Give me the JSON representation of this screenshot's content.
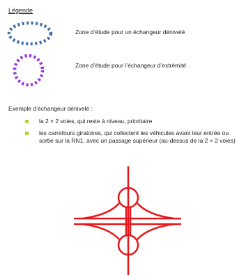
{
  "legend": {
    "title": "Légende",
    "items": [
      {
        "label": "Zone d’étude pour un échangeur dénivelé",
        "shape": "horizontal-ellipse",
        "color": "#3d6fa8",
        "style": "dotted"
      },
      {
        "label": "Zone d’étude pour l’échangeur d’extrémité",
        "shape": "circle",
        "color": "#9b2fe0",
        "style": "dotted"
      }
    ]
  },
  "example": {
    "intro": "Exemple d’échangeur dénivelé :",
    "bullet_color": "#b5d334",
    "bullets": [
      "la 2 × 2 voies, qui reste à niveau, prioritaire",
      "les carrefours giratoires, qui collectent les véhicules avant leur entrée ou sortie sur la RN1, avec un passage supérieur (au-dessus de la 2 × 2 voies)"
    ]
  },
  "diagram": {
    "type": "interchange",
    "road_color": "#e8161b",
    "roundabouts": 2
  }
}
